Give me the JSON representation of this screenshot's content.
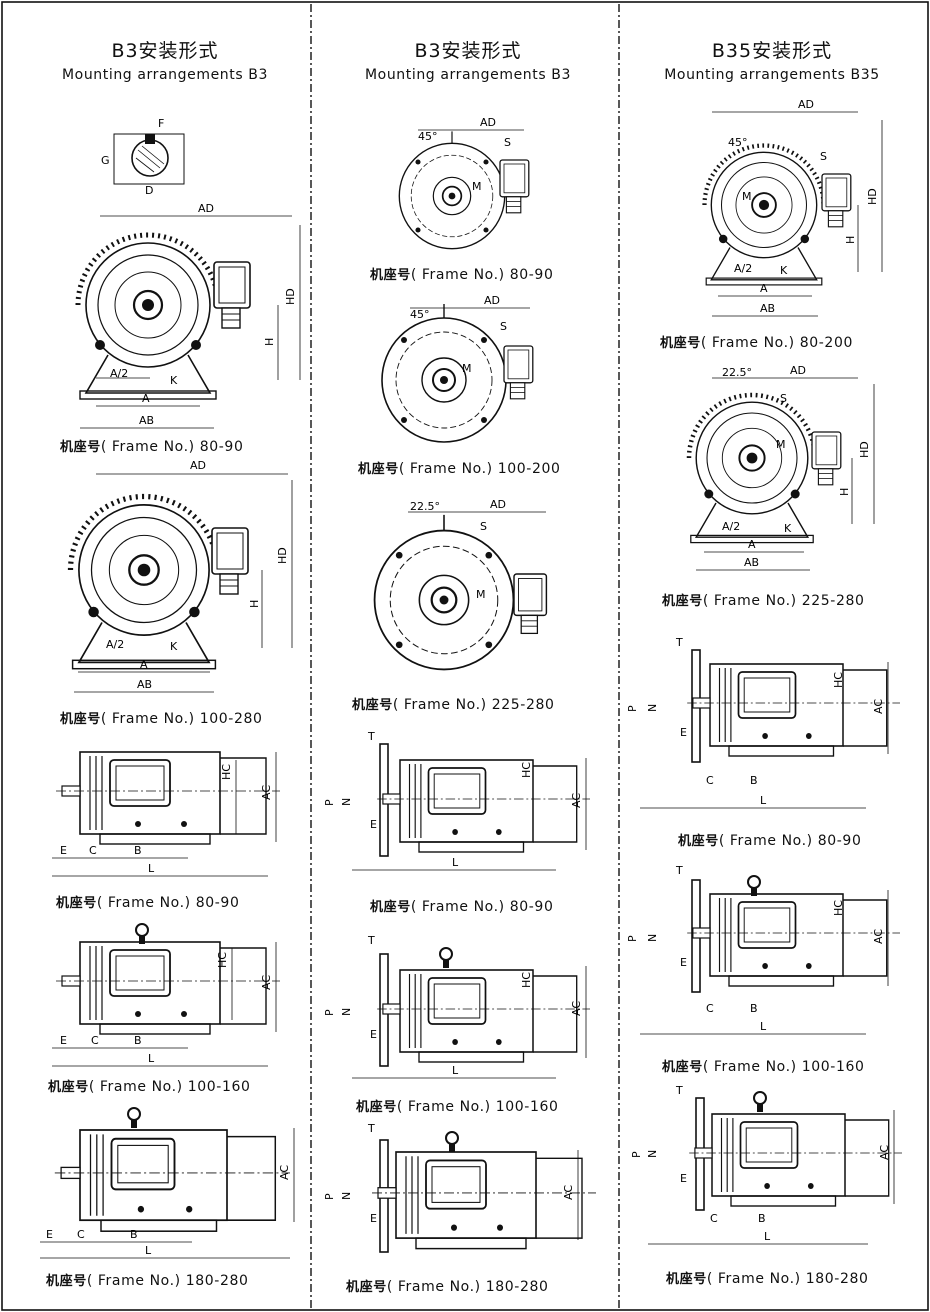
{
  "columns": [
    {
      "title": "B3安装形式",
      "subtitle": "Mounting arrangements B3"
    },
    {
      "title": "B3安装形式",
      "subtitle": "Mounting arrangements B3"
    },
    {
      "title": "B35安装形式",
      "subtitle": "Mounting arrangements B35"
    }
  ],
  "caption_prefix": "机座号",
  "caption_mid": "( Frame No.)",
  "captions": {
    "c1_1": "80-90",
    "c1_2": "100-280",
    "c1_3": "80-90",
    "c1_4": "100-160",
    "c1_5": "180-280",
    "c2_1": "80-90",
    "c2_2": "100-200",
    "c2_3": "225-280",
    "c2_4": "80-90",
    "c2_5": "100-160",
    "c2_6": "180-280",
    "c3_1": "80-200",
    "c3_2": "225-280",
    "c3_3": "80-90",
    "c3_4": "100-160",
    "c3_5": "180-280"
  },
  "dims": {
    "AD": "AD",
    "HD": "HD",
    "H": "H",
    "A": "A",
    "AB": "AB",
    "A2": "A/2",
    "K": "K",
    "F": "F",
    "G": "G",
    "D": "D",
    "S": "S",
    "M": "M",
    "HC": "HC",
    "AC": "AC",
    "L": "L",
    "C": "C",
    "B": "B",
    "E": "E",
    "P": "P",
    "N": "N",
    "T": "T",
    "deg45": "45°",
    "deg225": "22.5°"
  }
}
